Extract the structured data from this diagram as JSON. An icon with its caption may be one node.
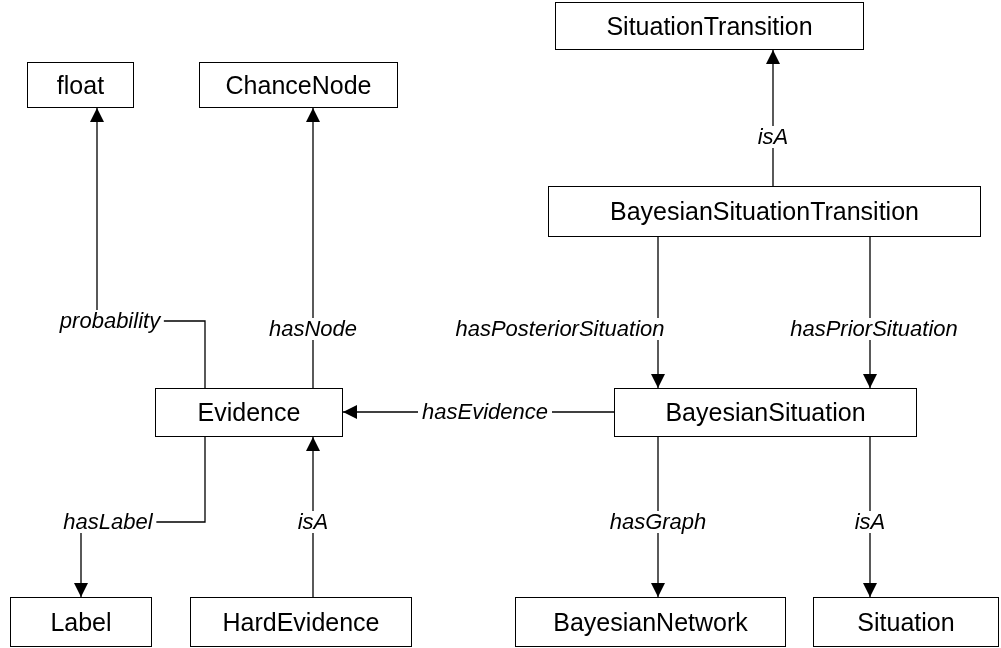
{
  "diagram": {
    "nodes": [
      {
        "text": [
          "SituationTransition"
        ]
      },
      {
        "text": [
          "float"
        ]
      },
      {
        "text": [
          "ChanceNode"
        ]
      },
      {
        "text": [
          "BayesianSituationTransition"
        ]
      },
      {
        "text": [
          "Evidence"
        ]
      },
      {
        "text": [
          "BayesianSituation"
        ]
      },
      {
        "text": [
          "Label"
        ]
      },
      {
        "text": [
          "HardEvidence"
        ]
      },
      {
        "text": [
          "BayesianNetwork"
        ]
      },
      {
        "text": [
          "Situation"
        ]
      }
    ],
    "edges": [
      {
        "from": 3,
        "to": 0,
        "arrow": "to",
        "label": "isA"
      },
      {
        "from": 4,
        "to": 1,
        "arrow": "to",
        "label": "probability"
      },
      {
        "from": 4,
        "to": 2,
        "arrow": "to",
        "label": "hasNode"
      },
      {
        "from": 5,
        "to": 4,
        "arrow": "to",
        "label": "hasEvidence"
      },
      {
        "from": 3,
        "to": 5,
        "arrow": "to",
        "label": "hasPosteriorSituation"
      },
      {
        "from": 3,
        "to": 5,
        "arrow": "to",
        "label": "hasPriorSituation"
      },
      {
        "from": 4,
        "to": 6,
        "arrow": "to",
        "label": "hasLabel"
      },
      {
        "from": 7,
        "to": 4,
        "arrow": "to",
        "label": "isA"
      },
      {
        "from": 5,
        "to": 8,
        "arrow": "to",
        "label": "hasGraph"
      },
      {
        "from": 5,
        "to": 9,
        "arrow": "to",
        "label": "isA"
      }
    ]
  }
}
